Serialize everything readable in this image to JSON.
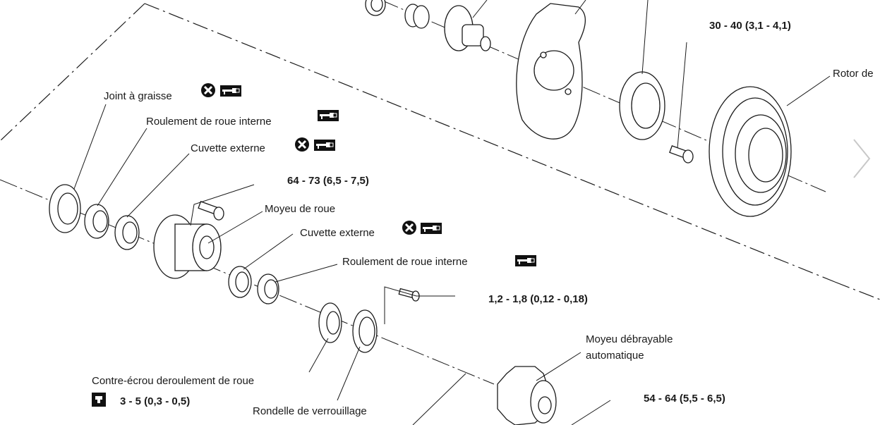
{
  "labels": {
    "joint_graisse": "Joint à graisse",
    "roulement_interne_1": "Roulement de roue interne",
    "cuvette_externe_1": "Cuvette externe",
    "torque_64_73": "64 - 73 (6,5 - 7,5)",
    "moyeu_roue": "Moyeu de roue",
    "cuvette_externe_2": "Cuvette externe",
    "roulement_interne_2": "Roulement de roue interne",
    "torque_1_2": "1,2 - 1,8 (0,12 - 0,18)",
    "moyeu_debrayable_line1": "Moyeu débrayable",
    "moyeu_debrayable_line2": "automatique",
    "contre_ecrou": "Contre-écrou deroulement de roue",
    "torque_3_5": "3 - 5 (0,3 - 0,5)",
    "rondelle": "Rondelle de verrouillage",
    "torque_54_64": "54 - 64 (5,5 - 6,5)",
    "torque_30_40": "30 - 40 (3,1 - 4,1)",
    "rotor": "Rotor de"
  },
  "icons": [
    "do-not-reuse-icon",
    "grease-gun-icon",
    "locknut-tool-icon"
  ],
  "navigation": {
    "next_arrow": "chevron-right-icon"
  },
  "colors": {
    "line": "#1a1a1a",
    "background": "#ffffff",
    "nav_arrow": "#c8c8c8"
  }
}
